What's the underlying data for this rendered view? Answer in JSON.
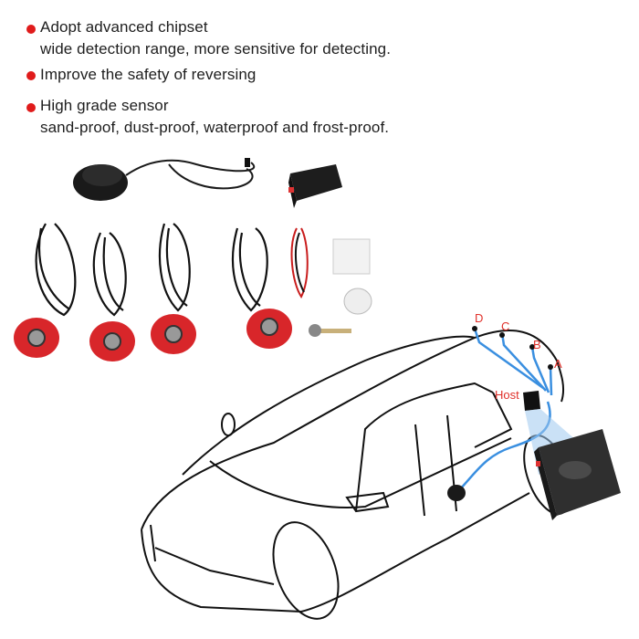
{
  "features": [
    {
      "title": "Adopt advanced chipset",
      "detail": "wide detection range, more sensitive for detecting."
    },
    {
      "title": "Improve the safety of reversing",
      "detail": ""
    },
    {
      "title": "High grade sensor",
      "detail": "sand-proof, dust-proof, waterproof and frost-proof."
    }
  ],
  "diagram": {
    "sensor_labels": [
      "D",
      "C",
      "B",
      "A"
    ],
    "host_label": "Host"
  },
  "colors": {
    "bullet": "#e01b1b",
    "label": "#e0302a",
    "wire": "#3a8fe0",
    "sensor_ring": "#d8262a"
  }
}
